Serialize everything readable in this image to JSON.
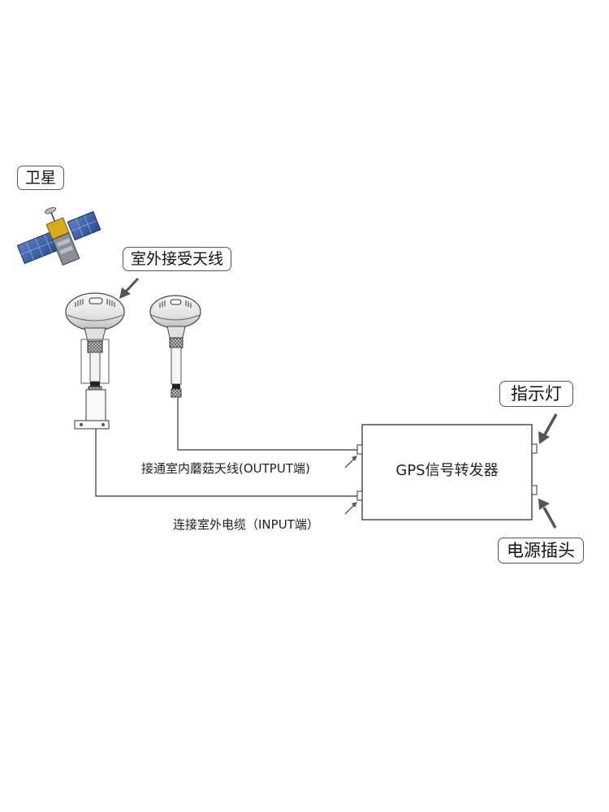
{
  "labels": {
    "satellite": "卫星",
    "outdoor_antenna": "室外接受天线",
    "indicator_light": "指示灯",
    "power_plug": "电源插头",
    "output_port": "接通室内蘑菇天线(OUTPUT端)",
    "input_port": "连接室外电缆（INPUT端）",
    "device": "GPS信号转发器"
  },
  "colors": {
    "line": "#333333",
    "arrow": "#555555",
    "antenna_body": "#e9e9e9",
    "satellite_panel": "#3a5ea8",
    "satellite_body": "#d4a81e"
  }
}
